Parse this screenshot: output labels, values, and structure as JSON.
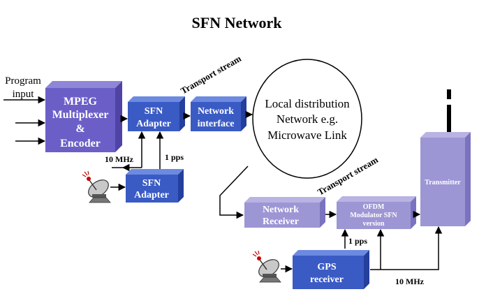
{
  "title": "SFN Network",
  "program_input": [
    "Program",
    "input"
  ],
  "mpeg_box": [
    "MPEG",
    "Multiplexer",
    "&",
    "Encoder"
  ],
  "sfn_adapter_top": [
    "SFN",
    "Adapter"
  ],
  "network_interface": [
    "Network",
    "interface"
  ],
  "sfn_adapter_bottom": [
    "SFN",
    "Adapter"
  ],
  "local_distribution": [
    "Local distribution",
    "Network e.g.",
    "Microwave Link"
  ],
  "transport_stream_top": "Transport stream",
  "transport_stream_bottom": "Transport stream",
  "label_10mhz_left": "10 MHz",
  "label_1pps_left": "1 pps",
  "network_receiver": [
    "Network",
    "Receiver"
  ],
  "ofdm_modulator": [
    "OFDM",
    "Modulator SFN",
    "version"
  ],
  "transmitter": "Transmitter",
  "gps_receiver": [
    "GPS",
    "receiver"
  ],
  "label_1pps_right": "1 pps",
  "label_10mhz_right": "10 MHz",
  "colors": {
    "dark_blue": "#3a5bc4",
    "mpeg_purple": "#6b5fc7",
    "lavender": "#9c96d4",
    "arrow": "#000000"
  }
}
